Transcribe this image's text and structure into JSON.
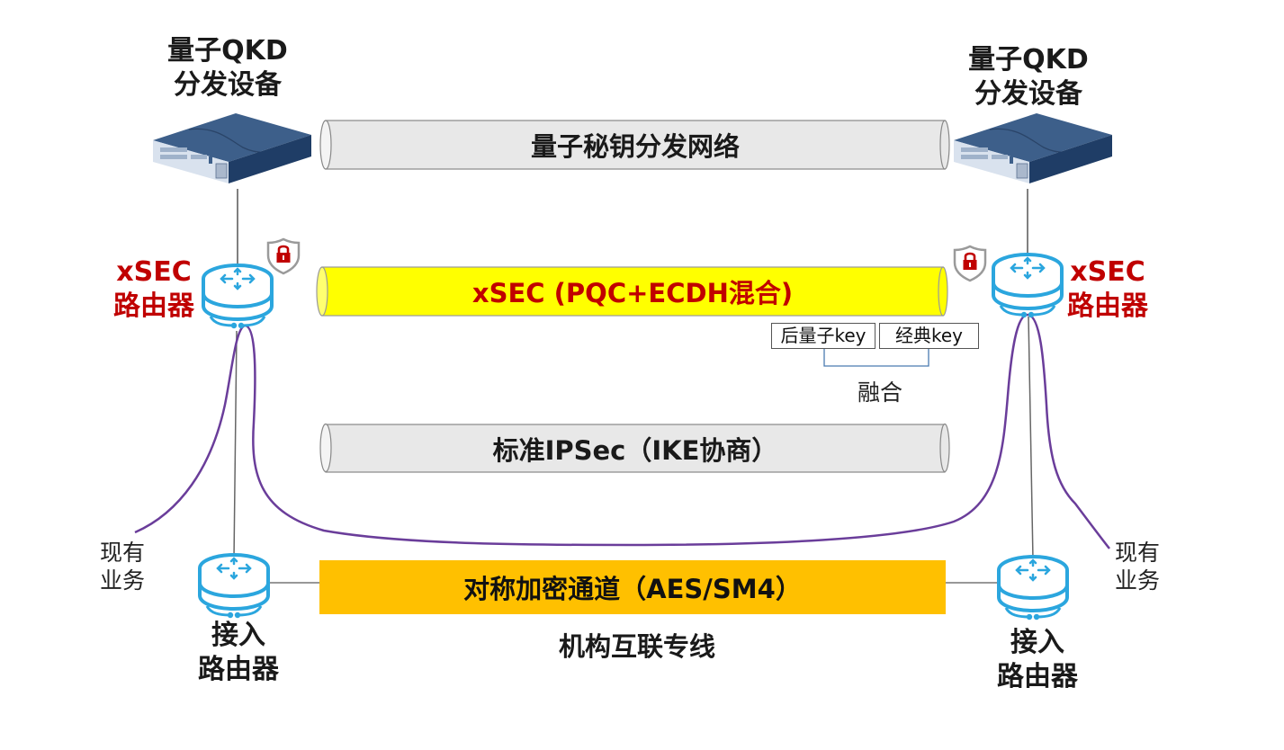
{
  "colors": {
    "router_blue": "#2ba6de",
    "xsec_red": "#c00000",
    "pipe_gray": "#e8e8e8",
    "pipe_yellow": "#ffff00",
    "channel_orange": "#ffc000",
    "purple_link": "#6a3d9a",
    "line_gray": "#666666"
  },
  "devices": {
    "qkd_left": {
      "label_line1": "量子QKD",
      "label_line2": "分发设备",
      "icon": "qkd-appliance-icon"
    },
    "qkd_right": {
      "label_line1": "量子QKD",
      "label_line2": "分发设备",
      "icon": "qkd-appliance-icon"
    },
    "xsec_left": {
      "label_line1": "xSEC",
      "label_line2": "路由器",
      "icon": "router-icon",
      "badge": "shield-lock-icon"
    },
    "xsec_right": {
      "label_line1": "xSEC",
      "label_line2": "路由器",
      "icon": "router-icon",
      "badge": "shield-lock-icon"
    },
    "access_left": {
      "label_line1": "接入",
      "label_line2": "路由器",
      "icon": "router-icon"
    },
    "access_right": {
      "label_line1": "接入",
      "label_line2": "路由器",
      "icon": "router-icon"
    }
  },
  "services": {
    "left": {
      "line1": "现有",
      "line2": "业务"
    },
    "right": {
      "line1": "现有",
      "line2": "业务"
    }
  },
  "tunnels": {
    "qkd_network": "量子秘钥分发网络",
    "xsec": "xSEC (PQC+ECDH混合)",
    "ipsec": "标准IPSec（IKE协商）",
    "symmetric": "对称加密通道（AES/SM4）"
  },
  "key_fusion": {
    "pq_key": "后量子key",
    "classic_key": "经典key",
    "label": "融合"
  },
  "dedicated_line_label": "机构互联专线"
}
